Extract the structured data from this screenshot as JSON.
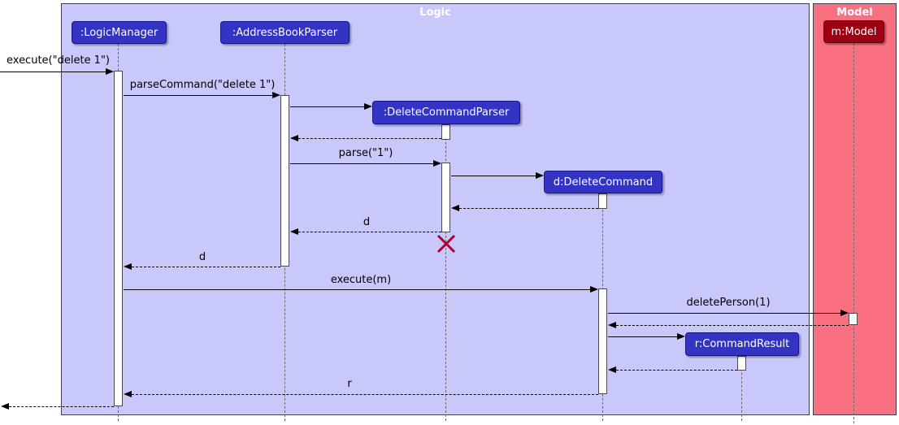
{
  "frames": {
    "logic": {
      "label": "Logic",
      "fill": "#C8C8FA",
      "title_color": "#FFFFFF"
    },
    "model": {
      "label": "Model",
      "fill": "#F97181",
      "title_color": "#FFFFFF"
    }
  },
  "participants": {
    "logic_manager": {
      "label": ":LogicManager",
      "fill": "#3333C4"
    },
    "address_book_parser": {
      "label": ":AddressBookParser",
      "fill": "#3333C4"
    },
    "delete_command_parser": {
      "label": ":DeleteCommandParser",
      "fill": "#3333C4"
    },
    "delete_command": {
      "label": "d:DeleteCommand",
      "fill": "#3333C4"
    },
    "command_result": {
      "label": "r:CommandResult",
      "fill": "#3333C4"
    },
    "model": {
      "label": "m:Model",
      "fill": "#9D0012"
    }
  },
  "messages": {
    "execute_user": {
      "label": "execute(\"delete 1\")"
    },
    "parse_command": {
      "label": "parseCommand(\"delete 1\")"
    },
    "parse": {
      "label": "parse(\"1\")"
    },
    "return_d_to_parser": {
      "label": "d"
    },
    "return_d_to_manager": {
      "label": "d"
    },
    "execute_m": {
      "label": "execute(m)"
    },
    "delete_person": {
      "label": "deletePerson(1)"
    },
    "return_r": {
      "label": "r"
    }
  },
  "colors": {
    "logic_frame_fill": "#C8C8FA",
    "model_frame_fill": "#F97181",
    "logic_participant_fill": "#3333C4",
    "model_participant_fill": "#9D0012",
    "destroy_cross": "#A80036",
    "arrow": "#000000",
    "lifeline": "#696969",
    "activation_fill": "#FFFFFF"
  }
}
